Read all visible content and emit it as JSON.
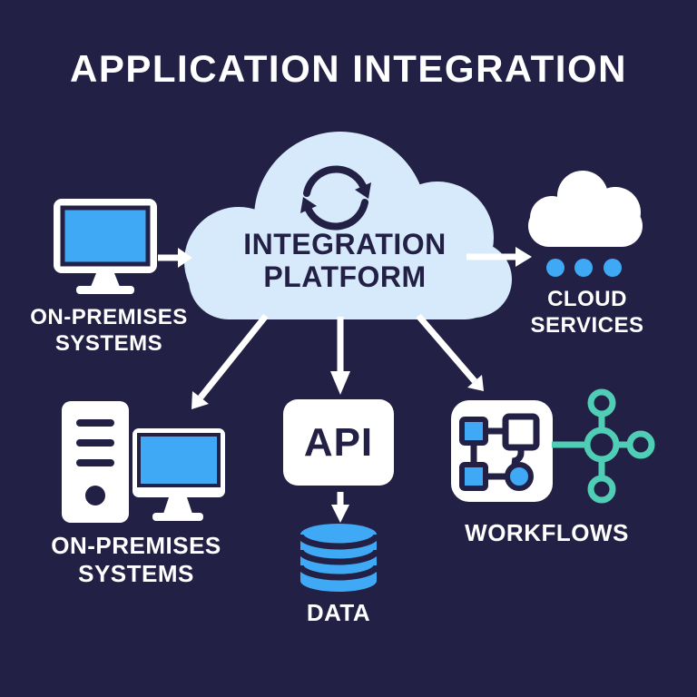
{
  "title": "APPLICATION INTEGRATION",
  "colors": {
    "background": "#232045",
    "ink_navy": "#232045",
    "cloud_light_blue": "#D6EAFB",
    "accent_blue": "#3FA9F5",
    "accent_teal": "#4FCDB5",
    "white": "#FFFFFF"
  },
  "platform": {
    "label": "INTEGRATION PLATFORM",
    "icon": "sync-icon"
  },
  "nodes": {
    "on_premises_top": {
      "label": "ON-PREMISES SYSTEMS",
      "icon": "desktop-monitor-icon"
    },
    "cloud_services": {
      "label": "CLOUD SERVICES",
      "icon": "cloud-with-dots-icon"
    },
    "on_premises_bottom": {
      "label": "ON-PREMISES SYSTEMS",
      "icon": "server-tower-and-monitor-icon"
    },
    "api": {
      "label": "API",
      "icon": "api-box"
    },
    "data": {
      "label": "DATA",
      "icon": "database-cylinder-icon"
    },
    "workflows": {
      "label": "WORKFLOWS",
      "icon": "flowchart-icon",
      "secondary_icon": "network-nodes-icon"
    }
  },
  "connections": [
    {
      "from": "on_premises_top",
      "to": "integration_platform",
      "style": "arrow-right"
    },
    {
      "from": "integration_platform",
      "to": "cloud_services",
      "style": "arrow-right"
    },
    {
      "from": "integration_platform",
      "to": "on_premises_bottom",
      "style": "arrow-down-left"
    },
    {
      "from": "integration_platform",
      "to": "api",
      "style": "arrow-down"
    },
    {
      "from": "integration_platform",
      "to": "workflows",
      "style": "arrow-down-right"
    },
    {
      "from": "api",
      "to": "data",
      "style": "arrow-down"
    }
  ]
}
